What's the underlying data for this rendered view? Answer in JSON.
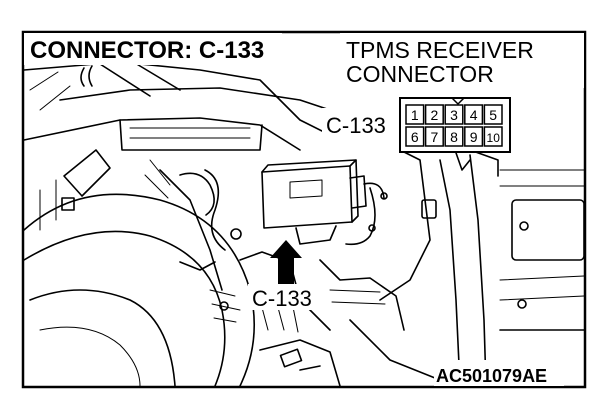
{
  "figure": {
    "header_label": "CONNECTOR: C-133",
    "component_label_line1": "TPMS RECEIVER",
    "component_label_line2": "CONNECTOR",
    "connector_callout": "C-133",
    "location_callout": "C-133",
    "figure_code": "AC501079AE"
  },
  "connector": {
    "top_row_pins": [
      "1",
      "2",
      "3",
      "4",
      "5"
    ],
    "bottom_row_pins": [
      "6",
      "7",
      "8",
      "9",
      "10"
    ]
  }
}
